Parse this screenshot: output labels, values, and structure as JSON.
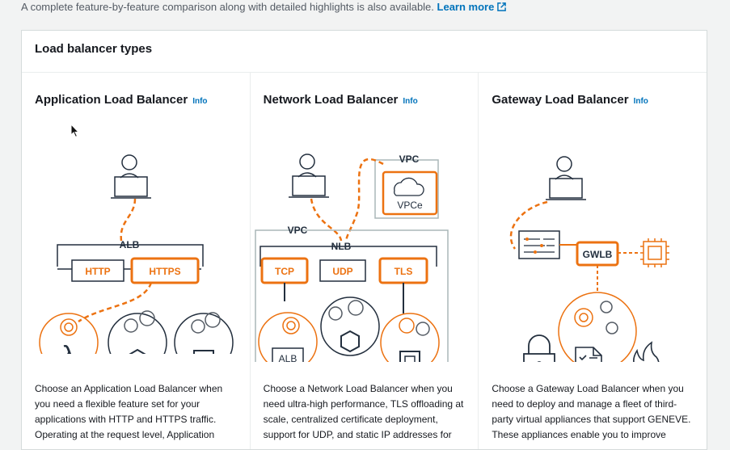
{
  "intro": {
    "text": "A complete feature-by-feature comparison along with detailed highlights is also available.",
    "learn_more": "Learn more"
  },
  "section": {
    "title": "Load balancer types"
  },
  "cards": [
    {
      "title": "Application Load Balancer",
      "info": "Info",
      "diagram_labels": {
        "alb": "ALB",
        "http": "HTTP",
        "https": "HTTPS"
      },
      "description": "Choose an Application Load Balancer when you need a flexible feature set for your applications with HTTP and HTTPS traffic. Operating at the request level, Application"
    },
    {
      "title": "Network Load Balancer",
      "info": "Info",
      "diagram_labels": {
        "vpc_top": "VPC",
        "vpce": "VPCe",
        "vpc": "VPC",
        "nlb": "NLB",
        "tcp": "TCP",
        "udp": "UDP",
        "tls": "TLS",
        "alb": "ALB"
      },
      "description": "Choose a Network Load Balancer when you need ultra-high performance, TLS offloading at scale, centralized certificate deployment, support for UDP, and static IP addresses for"
    },
    {
      "title": "Gateway Load Balancer",
      "info": "Info",
      "diagram_labels": {
        "gwlb": "GWLB"
      },
      "description": "Choose a Gateway Load Balancer when you need to deploy and manage a fleet of third-party virtual appliances that support GENEVE. These appliances enable you to improve"
    }
  ],
  "colors": {
    "accent": "#ec7211",
    "link": "#0073bb",
    "line": "#232f3e"
  }
}
